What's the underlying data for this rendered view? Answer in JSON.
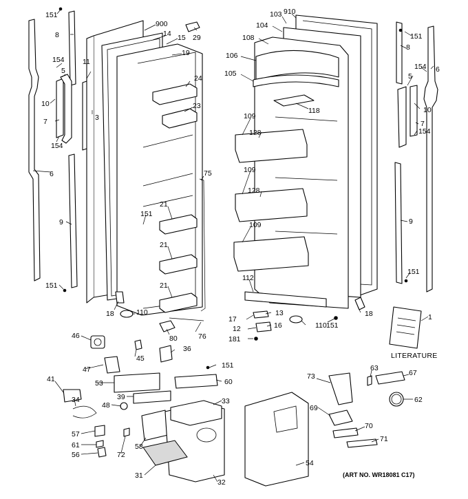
{
  "callouts": [
    "151",
    "8",
    "154",
    "5",
    "11",
    "10",
    "3",
    "7",
    "154",
    "6",
    "9",
    "151",
    "900",
    "14",
    "15",
    "29",
    "19",
    "24",
    "23",
    "75",
    "151",
    "21",
    "21",
    "21",
    "18",
    "110",
    "80",
    "76",
    "910",
    "103",
    "104",
    "108",
    "106",
    "105",
    "118",
    "109",
    "128",
    "109",
    "128",
    "109",
    "112",
    "17",
    "13",
    "12",
    "16",
    "181",
    "110",
    "151",
    "18",
    "151",
    "8",
    "154",
    "5",
    "6",
    "10",
    "7",
    "154",
    "9",
    "151",
    "1",
    "46",
    "45",
    "36",
    "151",
    "47",
    "53",
    "60",
    "39",
    "33",
    "41",
    "34",
    "48",
    "57",
    "61",
    "56",
    "58",
    "72",
    "31",
    "32",
    "63",
    "67",
    "73",
    "62",
    "69",
    "70",
    "71",
    "54"
  ],
  "literature_label": "LITERATURE",
  "art_number": "(ART NO. WR18081 C17)"
}
